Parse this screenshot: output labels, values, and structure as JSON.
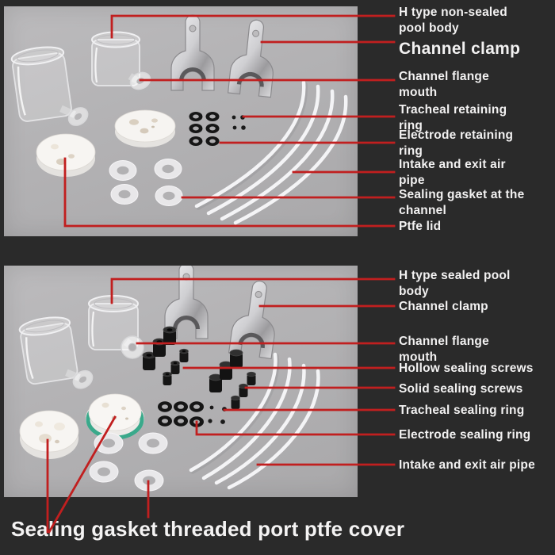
{
  "colors": {
    "background": "#2a2a2a",
    "photo_background": "#b3b2b4",
    "leader_line_red": "#c11f1f",
    "label_text": "#f2f1f1",
    "green_gasket": "#3aa98b"
  },
  "top_panel": {
    "labels": [
      {
        "text": "H type non-sealed\npool body"
      },
      {
        "text": "Channel clamp"
      },
      {
        "text": "Channel flange\nmouth"
      },
      {
        "text": "Tracheal retaining\nring"
      },
      {
        "text": "Electrode retaining\nring"
      },
      {
        "text": "Intake and exit air\npipe"
      },
      {
        "text": "Sealing gasket at the\nchannel"
      },
      {
        "text": "Ptfe lid"
      }
    ]
  },
  "bottom_panel": {
    "labels": [
      {
        "text": "H type sealed pool\nbody"
      },
      {
        "text": "Channel clamp"
      },
      {
        "text": "Channel flange\nmouth"
      },
      {
        "text": "Hollow sealing screws"
      },
      {
        "text": "Solid sealing screws"
      },
      {
        "text": "Tracheal sealing ring"
      },
      {
        "text": "Electrode sealing ring"
      },
      {
        "text": "Intake and exit air pipe"
      }
    ]
  },
  "caption": {
    "text": "Sealing gasket threaded port ptfe cover"
  }
}
